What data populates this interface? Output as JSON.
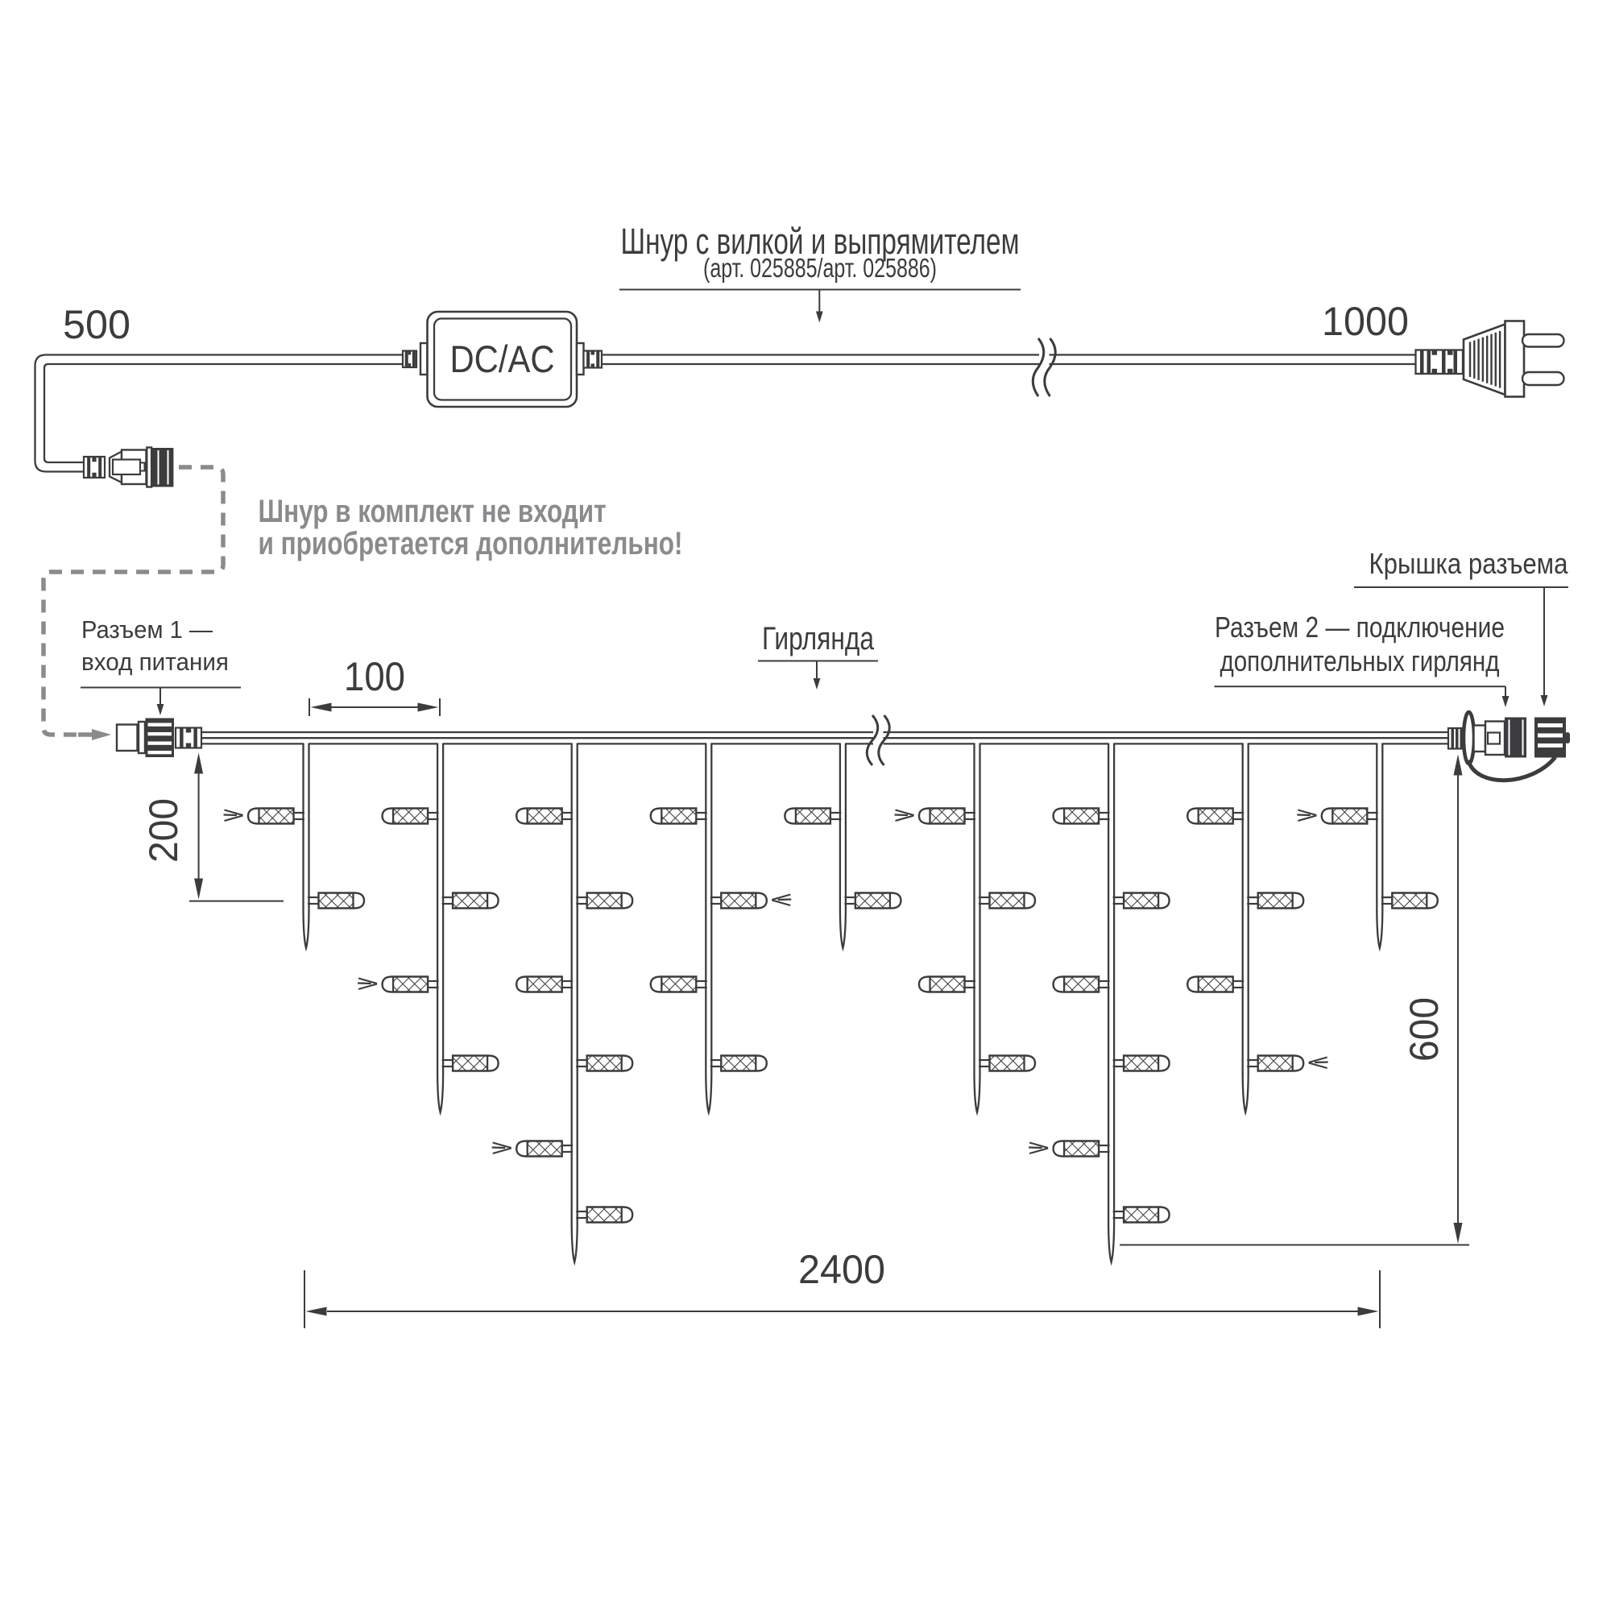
{
  "diagram": {
    "background": "#ffffff",
    "ink_color": "#3C3C3E",
    "grey_color": "#8A8B8D",
    "power_cord": {
      "left_length_label": "500",
      "right_length_label": "1000",
      "title": "Шнур с вилкой и выпрямителем",
      "subtitle": "(арт. 025885/арт. 025886)",
      "converter_label": "DC/AC"
    },
    "note": {
      "line1": "Шнур в комплект не входит",
      "line2": "и приобретается дополнительно!"
    },
    "labels": {
      "connector1_line1": "Разъем 1 —",
      "connector1_line2": "вход питания",
      "garland": "Гирлянда",
      "connector2_line1": "Разъем 2 — подключение",
      "connector2_line2": "дополнительных гирлянд",
      "cap": "Крышка разъема"
    },
    "dimensions": {
      "drop_spacing": "100",
      "first_drop_depth": "200",
      "max_drop_depth": "600",
      "garland_length": "2400"
    },
    "garland": {
      "rows_y": [
        1013,
        1118,
        1222,
        1320,
        1426,
        1508
      ],
      "tip_y": {
        "short": 1177,
        "long": 1381,
        "xl": 1567
      },
      "drop_count": 9,
      "drops": [
        {
          "type": "short",
          "markers": [
            0
          ]
        },
        {
          "type": "long",
          "markers": [
            2
          ]
        },
        {
          "type": "xl",
          "markers": [
            4
          ]
        },
        {
          "type": "long",
          "markers": [
            1
          ]
        },
        {
          "type": "short",
          "markers": []
        },
        {
          "type": "long",
          "markers": [
            0
          ]
        },
        {
          "type": "xl",
          "markers": [
            4
          ]
        },
        {
          "type": "long",
          "markers": [
            3
          ]
        },
        {
          "type": "short",
          "markers": [
            0
          ]
        }
      ]
    }
  }
}
